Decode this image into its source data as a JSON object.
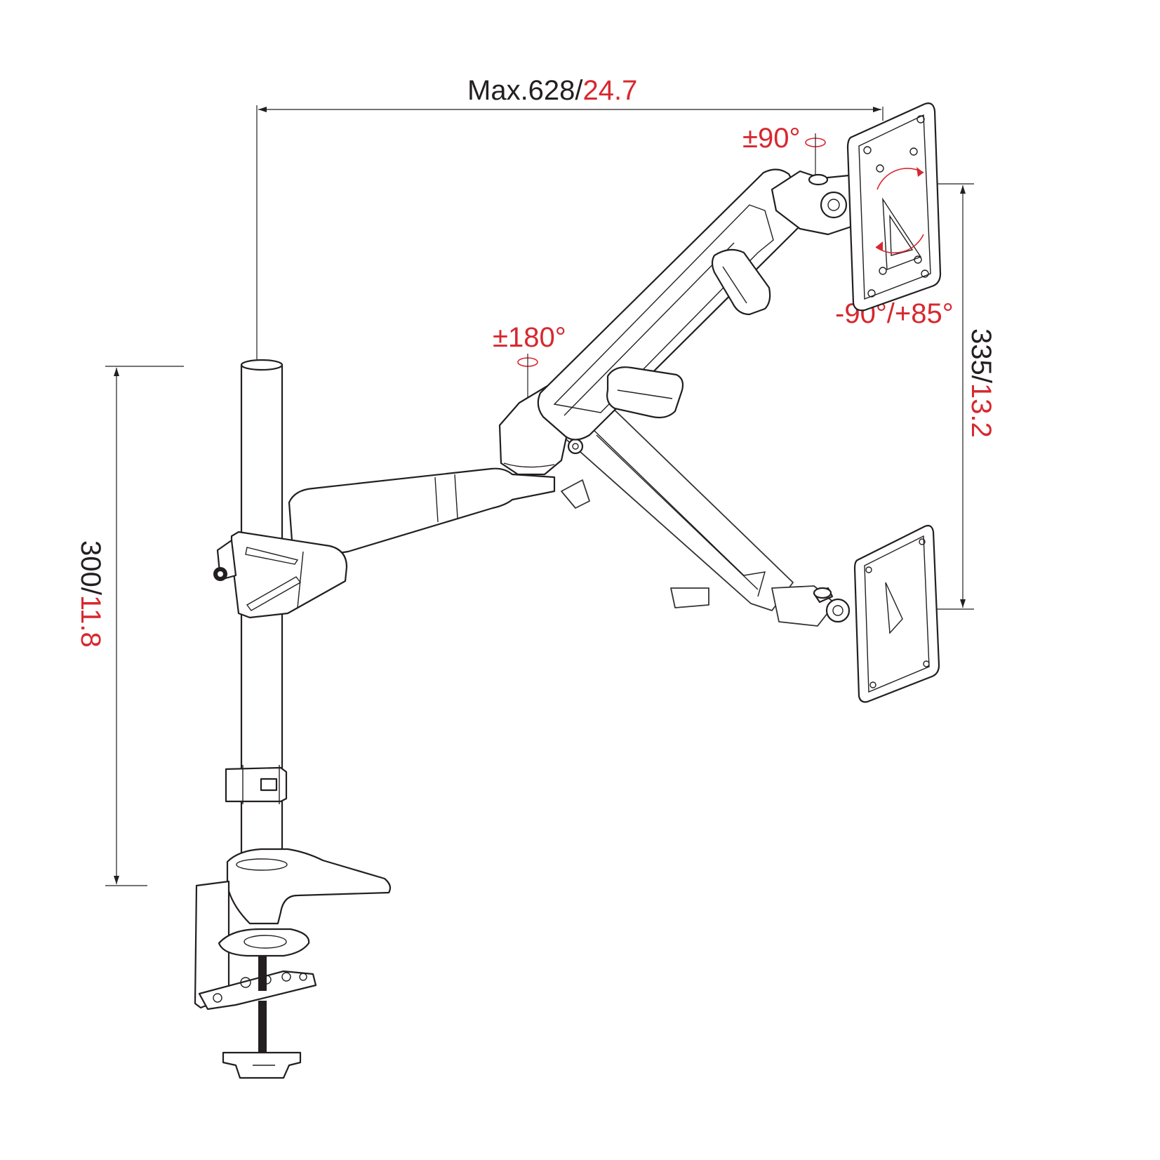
{
  "dimensions": {
    "max_reach": {
      "mm": "Max.628/",
      "inch": "24.7"
    },
    "pole_height": {
      "mm": "300/",
      "inch": "11.8"
    },
    "vertical_travel": {
      "mm": "335/",
      "inch": "13.2"
    }
  },
  "rotations": {
    "head_swivel": "±90°",
    "arm_swivel": "±180°",
    "tilt": "-90°/+85°"
  },
  "colors": {
    "line": "#231f20",
    "accent": "#d7282f",
    "background": "#ffffff"
  }
}
